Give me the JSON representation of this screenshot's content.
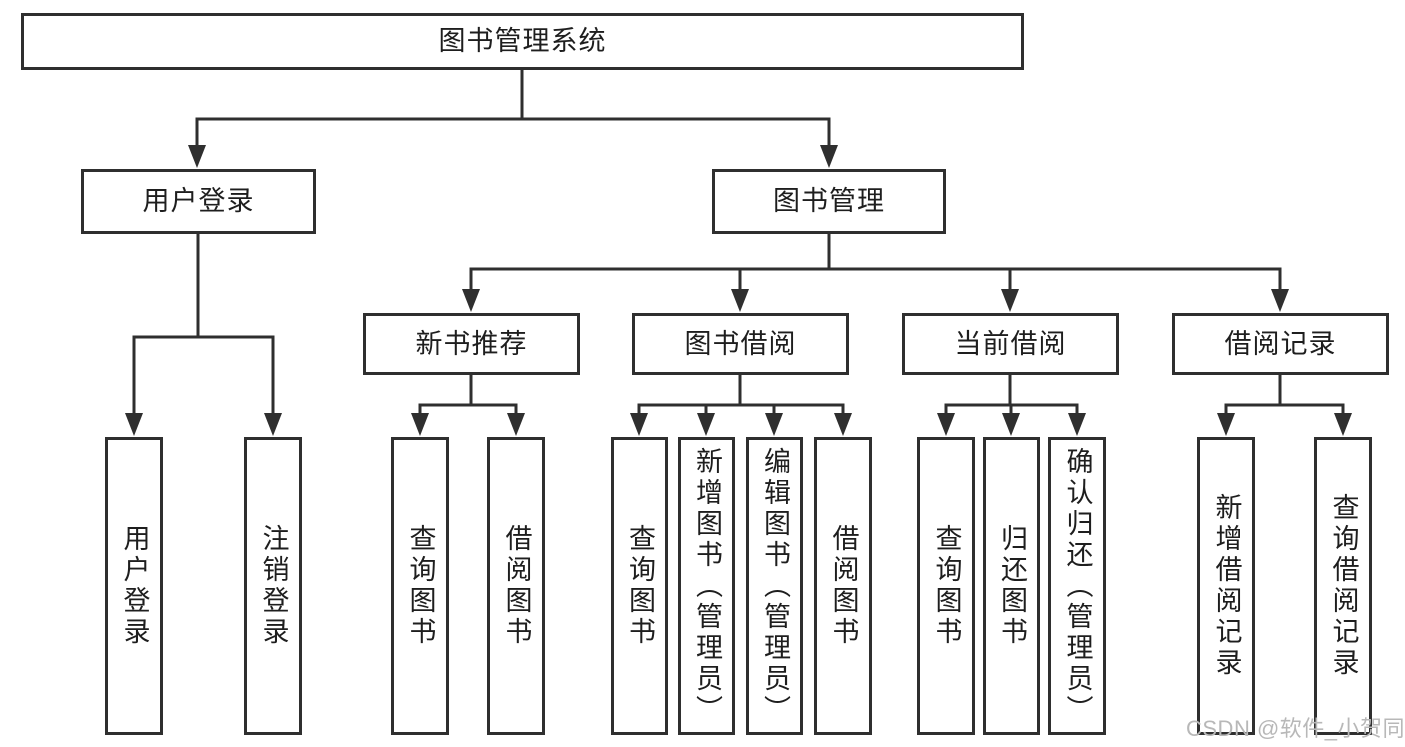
{
  "diagram": {
    "root": {
      "label": "图书管理系统"
    },
    "level1": {
      "user_login": {
        "label": "用户登录"
      },
      "book_mgmt": {
        "label": "图书管理"
      }
    },
    "level2": {
      "new_books": {
        "label": "新书推荐"
      },
      "book_borrow": {
        "label": "图书借阅"
      },
      "current_borrow": {
        "label": "当前借阅"
      },
      "borrow_records": {
        "label": "借阅记录"
      }
    },
    "leaves": {
      "user_login": [
        "用户登录",
        "注销登录"
      ],
      "new_books": [
        "查询图书",
        "借阅图书"
      ],
      "book_borrow": [
        "查询图书",
        "新增图书（管理员）",
        "编辑图书（管理员）",
        "借阅图书"
      ],
      "current_borrow": [
        "查询图书",
        "归还图书",
        "确认归还（管理员）"
      ],
      "borrow_records": [
        "新增借阅记录",
        "查询借阅记录"
      ]
    },
    "colors": {
      "line": "#2f2f2f",
      "text": "#1e1e1e",
      "background": "#ffffff",
      "watermark": "#b8b8b8"
    }
  },
  "watermark": {
    "text": "CSDN @软件_小贺同学"
  }
}
